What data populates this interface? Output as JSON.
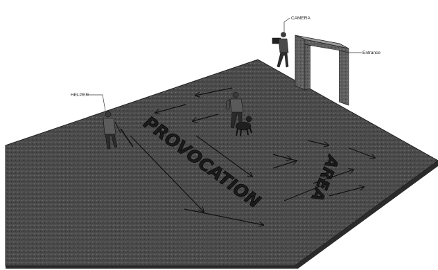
{
  "labels": {
    "camera": "CAMERA",
    "entrance": "Entrance",
    "helper": "HELPER"
  },
  "floor_text": {
    "provocation": "PROVOCATION",
    "area": "AREA"
  },
  "colors": {
    "background": "#ffffff",
    "floor": "#4a4a4a",
    "floor_edge": "#2a2a2a",
    "arch": "#5a5a5a",
    "arrow": "#111111"
  }
}
